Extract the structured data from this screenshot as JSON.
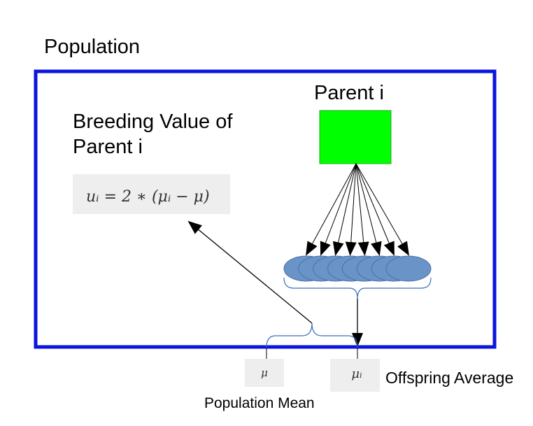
{
  "population": {
    "title": "Population",
    "border_color": "#0a14e0"
  },
  "parent": {
    "label": "Parent i",
    "fill_color": "#00ff00"
  },
  "breeding_value": {
    "label_line1": "Breeding Value of",
    "label_line2": "Parent i",
    "formula": "uᵢ = 2 ∗ (μᵢ − μ)"
  },
  "offspring": {
    "count": 8,
    "fill_color": "#6a94c8",
    "stroke_color": "#4a72a6"
  },
  "bottom": {
    "mu_symbol": "μ",
    "mu_i_symbol": "μᵢ",
    "offspring_average_label": "Offspring Average",
    "population_mean_label": "Population Mean"
  }
}
